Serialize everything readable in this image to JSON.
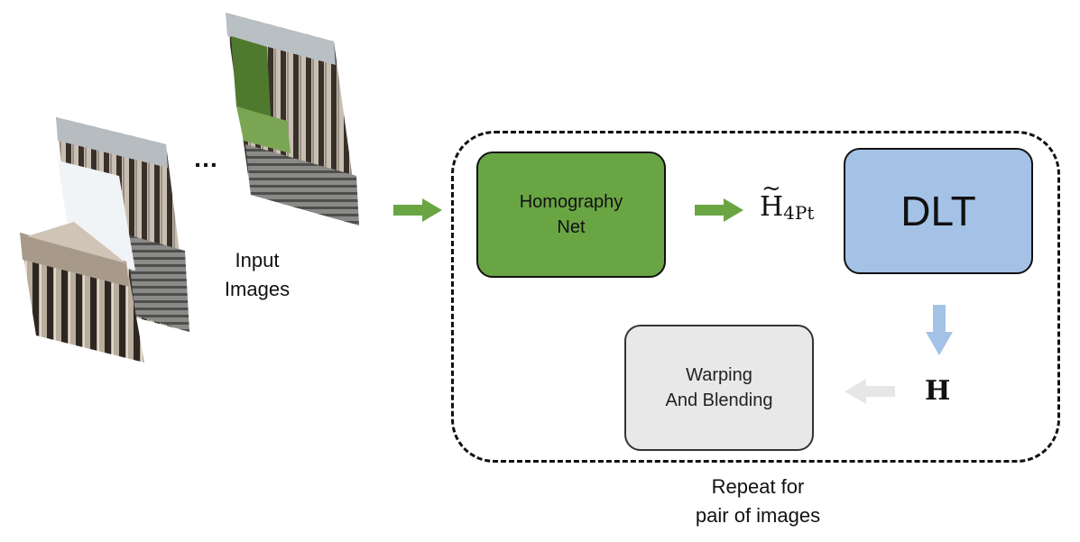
{
  "input": {
    "label": "Input\nImages",
    "ellipsis": "…"
  },
  "boxes": {
    "homography_net": "Homography\nNet",
    "dlt": "DLT",
    "warping": "Warping\nAnd Blending"
  },
  "math": {
    "h4pt_base": "H",
    "h4pt_tilde": "~",
    "h4pt_sub": "4Pt",
    "h_final": "H"
  },
  "repeat_label": "Repeat for\npair of images",
  "colors": {
    "green": "#6aa544",
    "blue": "#a3c2e6",
    "gray": "#e8e8e8",
    "arrow_green": "#6aa544",
    "arrow_blue": "#a3c2e6",
    "arrow_gray": "#e6e6e6"
  }
}
